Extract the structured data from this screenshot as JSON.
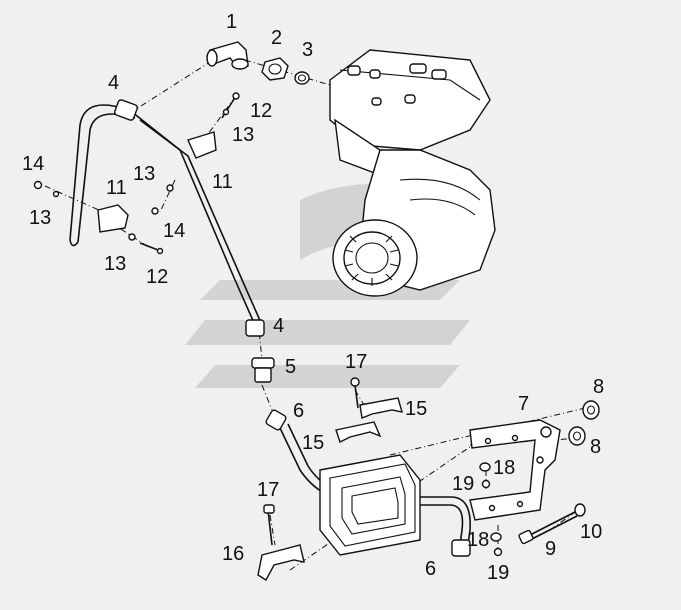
{
  "colors": {
    "background": "#f0f0f0",
    "ink": "#111111",
    "watermark": "#c9c9c9"
  },
  "labels": {
    "l1": "1",
    "l2": "2",
    "l3": "3",
    "l4a": "4",
    "l4b": "4",
    "l5": "5",
    "l6a": "6",
    "l6b": "6",
    "l7": "7",
    "l8a": "8",
    "l8b": "8",
    "l9": "9",
    "l10": "10",
    "l11a": "11",
    "l11b": "11",
    "l12a": "12",
    "l12b": "12",
    "l13a": "13",
    "l13b": "13",
    "l13c": "13",
    "l13d": "13",
    "l14a": "14",
    "l14b": "14",
    "l15a": "15",
    "l15b": "15",
    "l16": "16",
    "l17a": "17",
    "l17b": "17",
    "l18a": "18",
    "l18b": "18",
    "l19a": "19",
    "l19b": "19"
  }
}
